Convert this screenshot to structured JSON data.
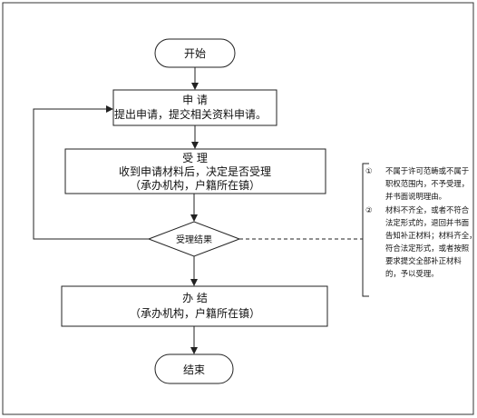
{
  "start": "开始",
  "end": "结束",
  "apply": {
    "title": "申 请",
    "line1": "提出申请，提交相关资料申请。"
  },
  "accept": {
    "title": "受 理",
    "line1": "收到申请材料后，决定是否受理",
    "line2": "（承办机构，户籍所在镇）"
  },
  "decision": "受理结果",
  "finish": {
    "title": "办 结",
    "line1": "（承办机构，户籍所在镇）"
  },
  "notes": {
    "n1_mark": "①",
    "n1_lines": [
      "不属于许可范畴或不属于",
      "职权范围内，不予受理，",
      "并书面说明理由。"
    ],
    "n2_mark": "②",
    "n2_lines": [
      "材料不齐全，或者不符合",
      "法定形式的，退回并书面",
      "告知补正材料；材料齐全，",
      "符合法定形式，或者按照",
      "要求提交全部补正材料",
      "的，予以受理。"
    ]
  }
}
